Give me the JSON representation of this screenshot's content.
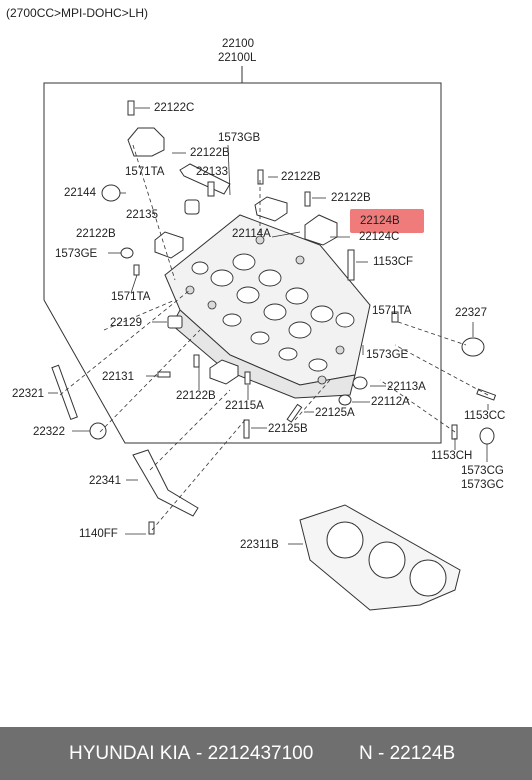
{
  "header": "(2700CC>MPI-DOHC>LH)",
  "labels": {
    "p22100": "22100",
    "p22100L": "22100L",
    "p22122C": "22122C",
    "p1573GB": "1573GB",
    "p22122B_a": "22122B",
    "p1571TA_a": "1571TA",
    "p22133": "22133",
    "p22122B_b": "22122B",
    "p22144": "22144",
    "p22122B_c": "22122B",
    "p22135": "22135",
    "p22124B": "22124B",
    "p22122B_d": "22122B",
    "p22114A": "22114A",
    "p22124C": "22124C",
    "p1573GE_a": "1573GE",
    "p1153CF": "1153CF",
    "p1571TA_b": "1571TA",
    "p22327": "22327",
    "p1571TA_c": "1571TA",
    "p22129": "22129",
    "p1573GE_b": "1573GE",
    "p22131": "22131",
    "p22113A": "22113A",
    "p22321": "22321",
    "p22122B_e": "22122B",
    "p22112A": "22112A",
    "p22115A": "22115A",
    "p22125A": "22125A",
    "p1153CC": "1153CC",
    "p22322": "22322",
    "p22125B": "22125B",
    "p1153CH": "1153CH",
    "p1573CG": "1573CG",
    "p22341": "22341",
    "p1573GC": "1573GC",
    "p1140FF": "1140FF",
    "p22311B": "22311B"
  },
  "footer": {
    "brand": "HYUNDAI  KIA",
    "oem": "- 2212437100",
    "part": "N - 22124B"
  },
  "colors": {
    "highlight": "#ef7b7b",
    "footer_bg": "#6f6f6f"
  }
}
